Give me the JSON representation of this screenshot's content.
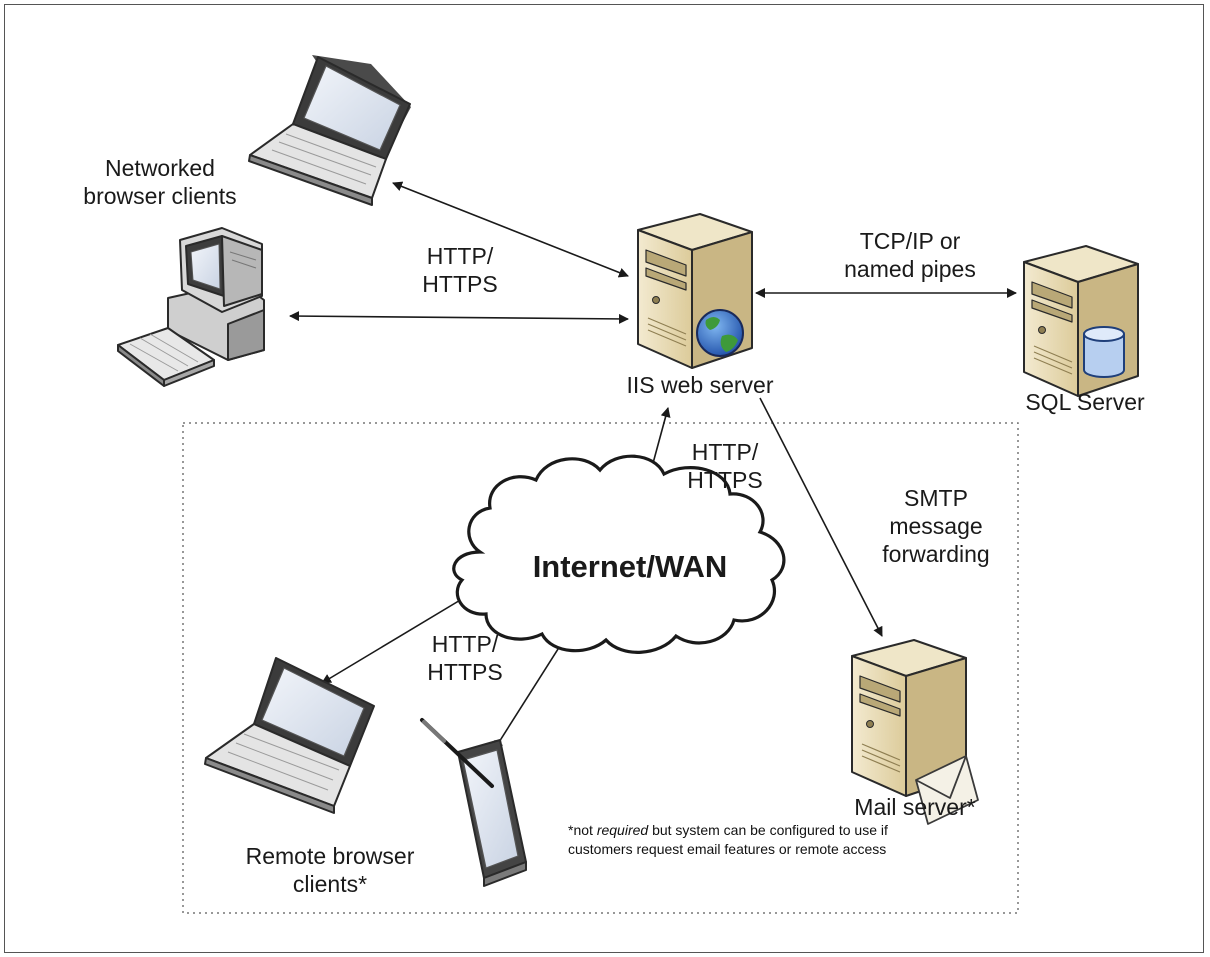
{
  "labels": {
    "networked_clients": "Networked\nbrowser clients",
    "http_top": "HTTP/\nHTTPS",
    "tcpip": "TCP/IP or\nnamed pipes",
    "iis": "IIS web server",
    "sql": "SQL Server",
    "http_middle": "HTTP/\nHTTPS",
    "smtp": "SMTP\nmessage\nforwarding",
    "internet": "Internet/WAN",
    "http_bottom": "HTTP/\nHTTPS",
    "mail": "Mail server*",
    "remote_clients": "Remote browser\nclients*"
  },
  "footnote": {
    "prefix": "*not ",
    "emphasis": "required",
    "rest_line1": " but system can be configured to use if",
    "line2": "customers request email features or remote access"
  },
  "colors": {
    "server_body": "#e9dcb6",
    "server_shade": "#cdbb8a",
    "screen": "#dfe6f1",
    "line": "#1a1a1a"
  }
}
